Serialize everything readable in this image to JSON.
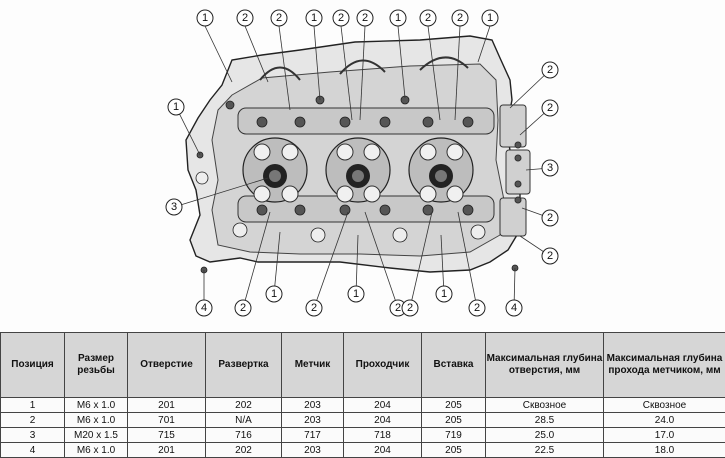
{
  "callouts": {
    "c1": "1",
    "c2": "2",
    "c3": "2",
    "c4": "1",
    "c5": "2",
    "c6": "2",
    "c7": "1",
    "c8": "2",
    "c9": "1",
    "c10": "2",
    "c11": "2",
    "c12": "3",
    "c13": "2",
    "c14": "2",
    "c15": "1",
    "c16": "3",
    "c17": "4",
    "c18": "2",
    "c19": "1",
    "c20": "2",
    "c21": "1",
    "c22": "2",
    "c23": "2",
    "c24": "1",
    "c25": "2",
    "c26": "4"
  },
  "table": {
    "headers": [
      "Позиция",
      "Размер резьбы",
      "Отверстие",
      "Развертка",
      "Метчик",
      "Проходчик",
      "Вставка",
      "Максимальная глубина отверстия, мм",
      "Максимальная глубина прохода метчиком, мм"
    ],
    "rows": [
      [
        "1",
        "M6 x 1.0",
        "201",
        "202",
        "203",
        "204",
        "205",
        "Сквозное",
        "Сквозное"
      ],
      [
        "2",
        "M6 x 1.0",
        "701",
        "N/A",
        "203",
        "204",
        "205",
        "28.5",
        "24.0"
      ],
      [
        "3",
        "M20 x 1.5",
        "715",
        "716",
        "717",
        "718",
        "719",
        "25.0",
        "17.0"
      ],
      [
        "4",
        "M6 x 1.0",
        "201",
        "202",
        "203",
        "204",
        "205",
        "22.5",
        "18.0"
      ]
    ]
  }
}
